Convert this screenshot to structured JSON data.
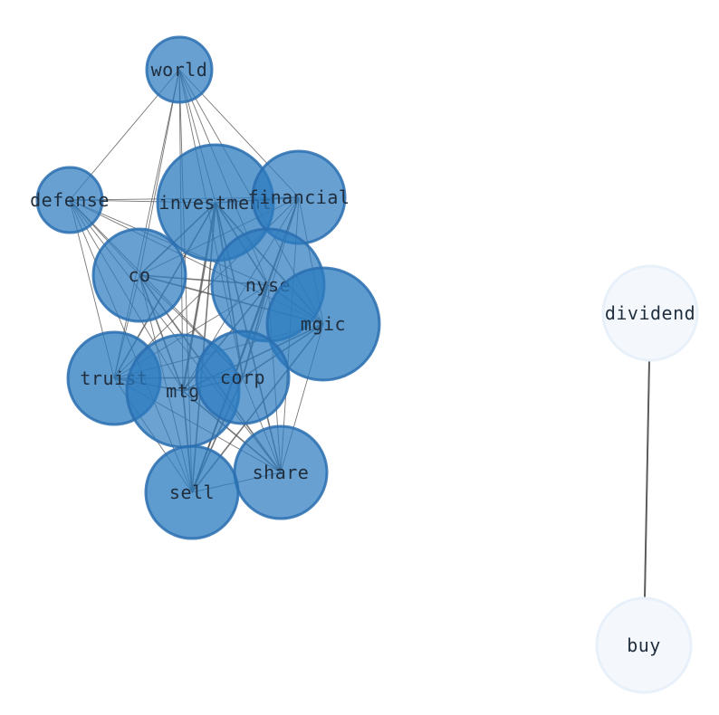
{
  "graph": {
    "nodes": [
      {
        "id": "world",
        "label": "world",
        "group": "main",
        "weight": 2
      },
      {
        "id": "defense",
        "label": "defense",
        "group": "main",
        "weight": 2
      },
      {
        "id": "investment",
        "label": "investment",
        "group": "main",
        "weight": 5
      },
      {
        "id": "financial",
        "label": "financial",
        "group": "main",
        "weight": 3
      },
      {
        "id": "co",
        "label": "co",
        "group": "main",
        "weight": 3
      },
      {
        "id": "nyse",
        "label": "nyse",
        "group": "main",
        "weight": 4
      },
      {
        "id": "mgic",
        "label": "mgic",
        "group": "main",
        "weight": 5
      },
      {
        "id": "truist",
        "label": "truist",
        "group": "main",
        "weight": 4
      },
      {
        "id": "mtg",
        "label": "mtg",
        "group": "main",
        "weight": 4
      },
      {
        "id": "corp",
        "label": "corp",
        "group": "main",
        "weight": 3
      },
      {
        "id": "share",
        "label": "share",
        "group": "main",
        "weight": 3
      },
      {
        "id": "sell",
        "label": "sell",
        "group": "main",
        "weight": 4
      },
      {
        "id": "dividend",
        "label": "dividend",
        "group": "isolated",
        "weight": 0
      },
      {
        "id": "buy",
        "label": "buy",
        "group": "isolated",
        "weight": 0
      }
    ],
    "edges": [
      [
        "world",
        "defense",
        1
      ],
      [
        "world",
        "investment",
        1
      ],
      [
        "world",
        "financial",
        1
      ],
      [
        "world",
        "co",
        1
      ],
      [
        "world",
        "nyse",
        1
      ],
      [
        "world",
        "mgic",
        1
      ],
      [
        "world",
        "truist",
        1
      ],
      [
        "world",
        "mtg",
        1
      ],
      [
        "world",
        "corp",
        1
      ],
      [
        "world",
        "sell",
        1
      ],
      [
        "defense",
        "investment",
        1
      ],
      [
        "defense",
        "financial",
        1
      ],
      [
        "defense",
        "co",
        1
      ],
      [
        "defense",
        "nyse",
        1
      ],
      [
        "defense",
        "mgic",
        1
      ],
      [
        "defense",
        "truist",
        1
      ],
      [
        "defense",
        "mtg",
        1
      ],
      [
        "defense",
        "corp",
        1
      ],
      [
        "defense",
        "share",
        1
      ],
      [
        "defense",
        "sell",
        1
      ],
      [
        "investment",
        "financial",
        2
      ],
      [
        "investment",
        "co",
        2
      ],
      [
        "investment",
        "nyse",
        2
      ],
      [
        "investment",
        "mgic",
        2
      ],
      [
        "investment",
        "truist",
        2
      ],
      [
        "investment",
        "mtg",
        3
      ],
      [
        "investment",
        "corp",
        2
      ],
      [
        "investment",
        "share",
        2
      ],
      [
        "investment",
        "sell",
        2
      ],
      [
        "financial",
        "co",
        1
      ],
      [
        "financial",
        "nyse",
        1
      ],
      [
        "financial",
        "mgic",
        1
      ],
      [
        "financial",
        "truist",
        1
      ],
      [
        "financial",
        "mtg",
        1
      ],
      [
        "financial",
        "corp",
        1
      ],
      [
        "financial",
        "share",
        1
      ],
      [
        "financial",
        "sell",
        2
      ],
      [
        "co",
        "nyse",
        2
      ],
      [
        "co",
        "mgic",
        2
      ],
      [
        "co",
        "truist",
        1
      ],
      [
        "co",
        "mtg",
        2
      ],
      [
        "co",
        "corp",
        1
      ],
      [
        "co",
        "share",
        2
      ],
      [
        "co",
        "sell",
        1
      ],
      [
        "nyse",
        "mgic",
        2
      ],
      [
        "nyse",
        "truist",
        1
      ],
      [
        "nyse",
        "mtg",
        2
      ],
      [
        "nyse",
        "corp",
        2
      ],
      [
        "nyse",
        "share",
        1
      ],
      [
        "nyse",
        "sell",
        2
      ],
      [
        "mgic",
        "truist",
        1
      ],
      [
        "mgic",
        "mtg",
        2
      ],
      [
        "mgic",
        "corp",
        2
      ],
      [
        "mgic",
        "share",
        1
      ],
      [
        "mgic",
        "sell",
        2
      ],
      [
        "truist",
        "mtg",
        2
      ],
      [
        "truist",
        "corp",
        2
      ],
      [
        "truist",
        "share",
        1
      ],
      [
        "truist",
        "sell",
        1
      ],
      [
        "mtg",
        "corp",
        2
      ],
      [
        "mtg",
        "share",
        2
      ],
      [
        "mtg",
        "sell",
        2
      ],
      [
        "corp",
        "share",
        1
      ],
      [
        "corp",
        "sell",
        2
      ],
      [
        "share",
        "sell",
        1
      ],
      [
        "dividend",
        "buy",
        2
      ]
    ]
  },
  "colors": {
    "main_fill": "#2c7bbf",
    "main_stroke": "#2a6fb0",
    "isolated_fill": "#f4f8fd",
    "isolated_stroke": "#e8f0f9",
    "edge": "#555555",
    "label": "#1f2d3d"
  }
}
